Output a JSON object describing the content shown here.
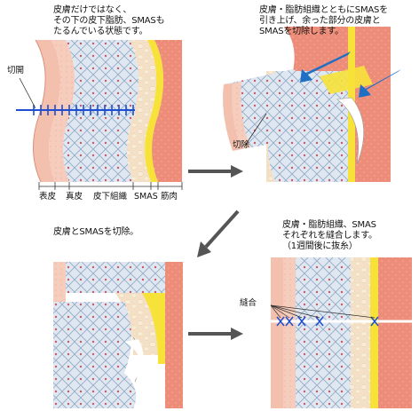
{
  "panels": {
    "p1": {
      "caption": "皮膚だけではなく、\nその下の皮下脂肪、SMASも\nたるんでいる状態です。",
      "incision_label": "切開",
      "layers": [
        "表皮",
        "真皮",
        "皮下組織",
        "SMAS",
        "筋肉"
      ]
    },
    "p2": {
      "caption": "皮膚・脂肪組織とともにSMASを\n引き上げ、余った部分の皮膚と\nSMASを切除します。",
      "excision_label": "切除"
    },
    "p3": {
      "caption": "皮膚とSMASを切除。"
    },
    "p4": {
      "caption": "皮膚・脂肪組織、SMAS\nそれぞれを縫合します。\n（1週間後に抜糸）",
      "suture_label": "縫合"
    }
  },
  "colors": {
    "epidermis": "#f2b8a6",
    "dermis": "#f7d3c3",
    "fat": "#f3dcc0",
    "smas": "#f7e23a",
    "muscle": "#ef8b78",
    "arrow_gray": "#555555",
    "arrow_blue": "#1f6fc4",
    "suture_blue": "#1f4fd0"
  }
}
